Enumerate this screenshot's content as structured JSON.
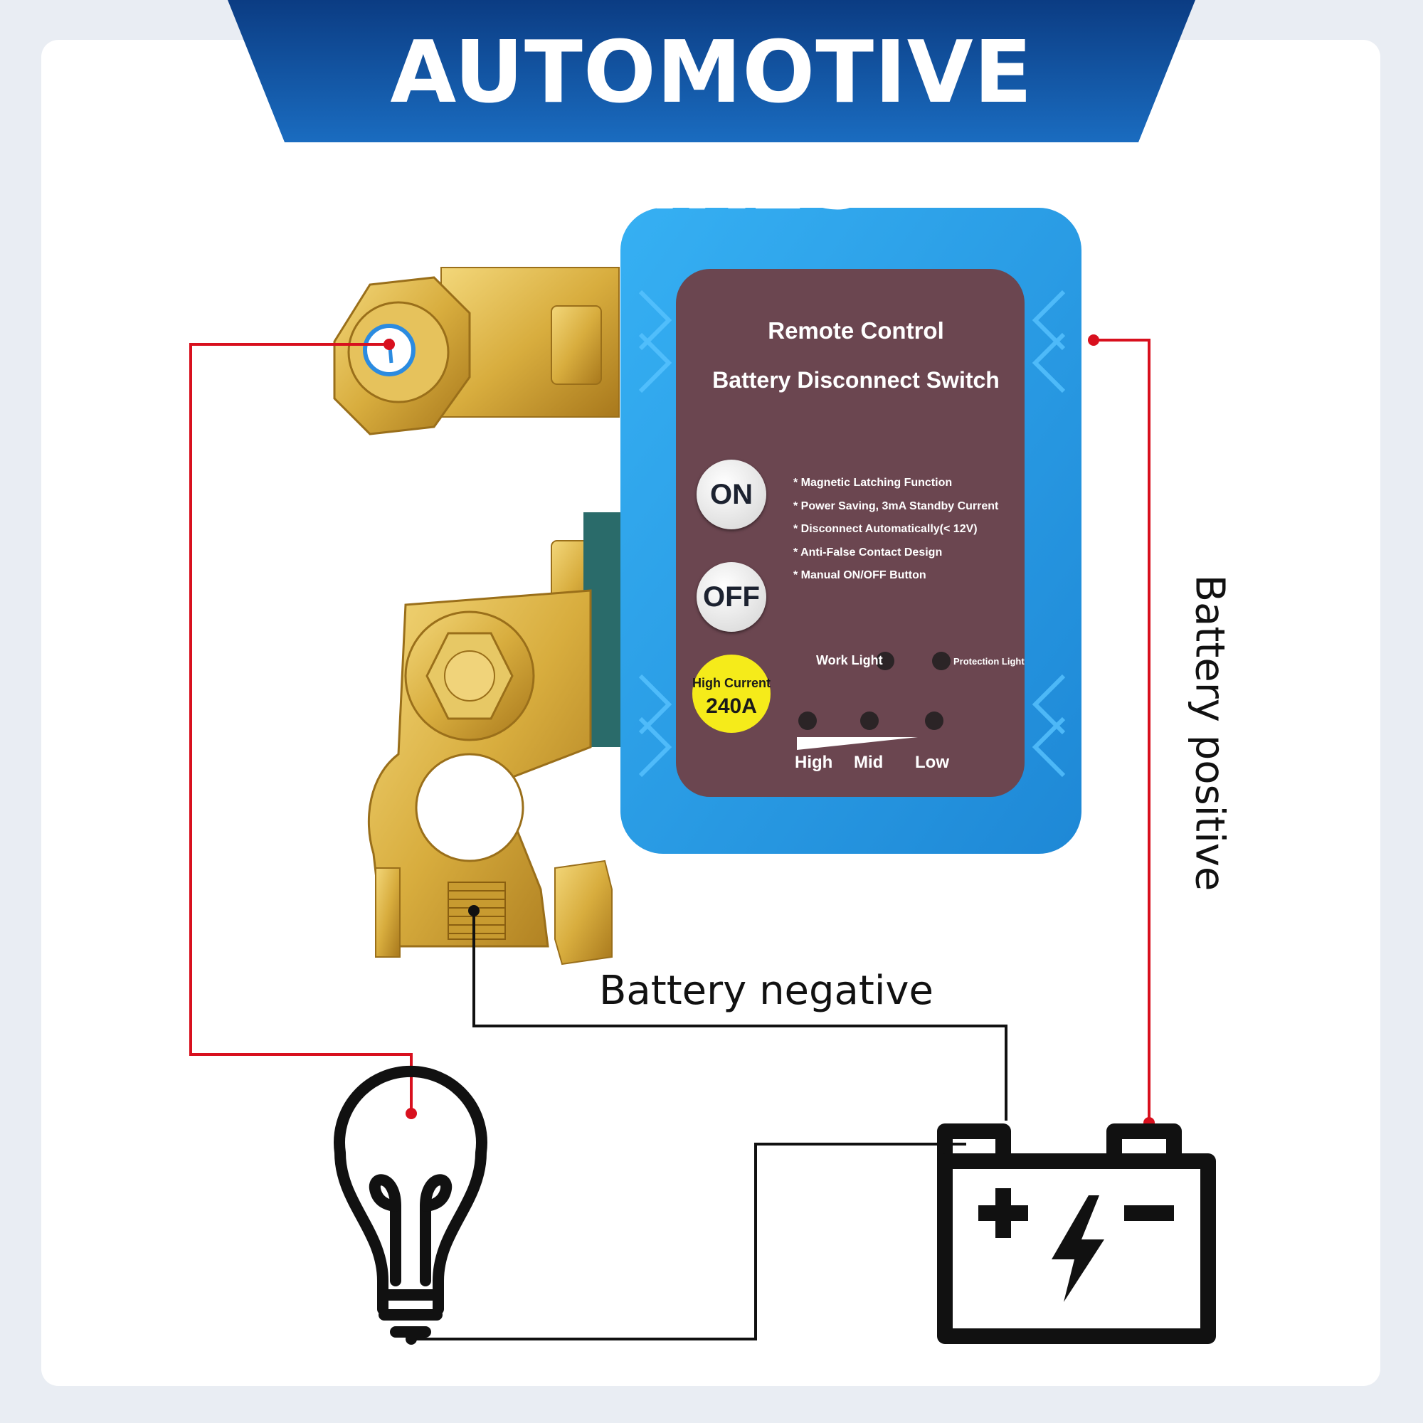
{
  "banner": {
    "title": "AUTOMOTIVE WIRES"
  },
  "switch_panel": {
    "title": "Remote Control",
    "subtitle": "Battery Disconnect Switch",
    "on_button": "ON",
    "off_button": "OFF",
    "badge_line1": "High Current",
    "badge_line2": "240A",
    "features": [
      "* Magnetic Latching Function",
      "* Power Saving, 3mA Standby Current",
      "* Disconnect Automatically(< 12V)",
      "* Anti-False Contact Design",
      "* Manual ON/OFF Button"
    ],
    "work_light": "Work Light",
    "protection_light": "Protection Light",
    "levels": [
      "High",
      "Mid",
      "Low"
    ]
  },
  "labels": {
    "battery_negative": "Battery negative",
    "battery_positive": "Battery positive"
  },
  "colors": {
    "banner": "#0f4f9a",
    "housing": "#2c9ee6",
    "panel": "#6b4650",
    "brass": "#d4a93c",
    "wire_red": "#d8101e",
    "wire_black": "#111111",
    "badge": "#f5eb1a"
  },
  "icons": [
    "light-bulb-icon",
    "car-battery-icon",
    "bolt-icon"
  ]
}
